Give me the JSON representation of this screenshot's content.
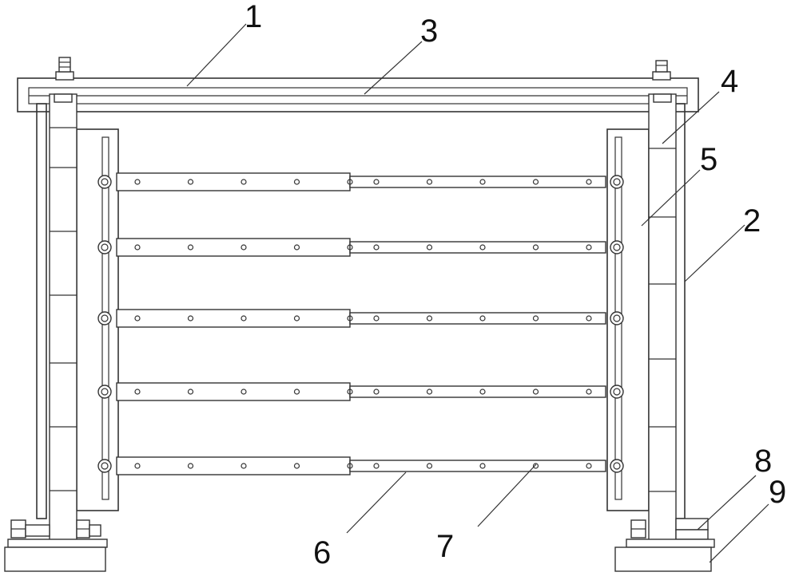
{
  "diagram": {
    "callouts": [
      {
        "id": "1",
        "text": "1"
      },
      {
        "id": "2",
        "text": "2"
      },
      {
        "id": "3",
        "text": "3"
      },
      {
        "id": "4",
        "text": "4"
      },
      {
        "id": "5",
        "text": "5"
      },
      {
        "id": "6",
        "text": "6"
      },
      {
        "id": "7",
        "text": "7"
      },
      {
        "id": "8",
        "text": "8"
      },
      {
        "id": "9",
        "text": "9"
      }
    ],
    "rail_count": 5,
    "holes_per_rail_half": 5
  }
}
